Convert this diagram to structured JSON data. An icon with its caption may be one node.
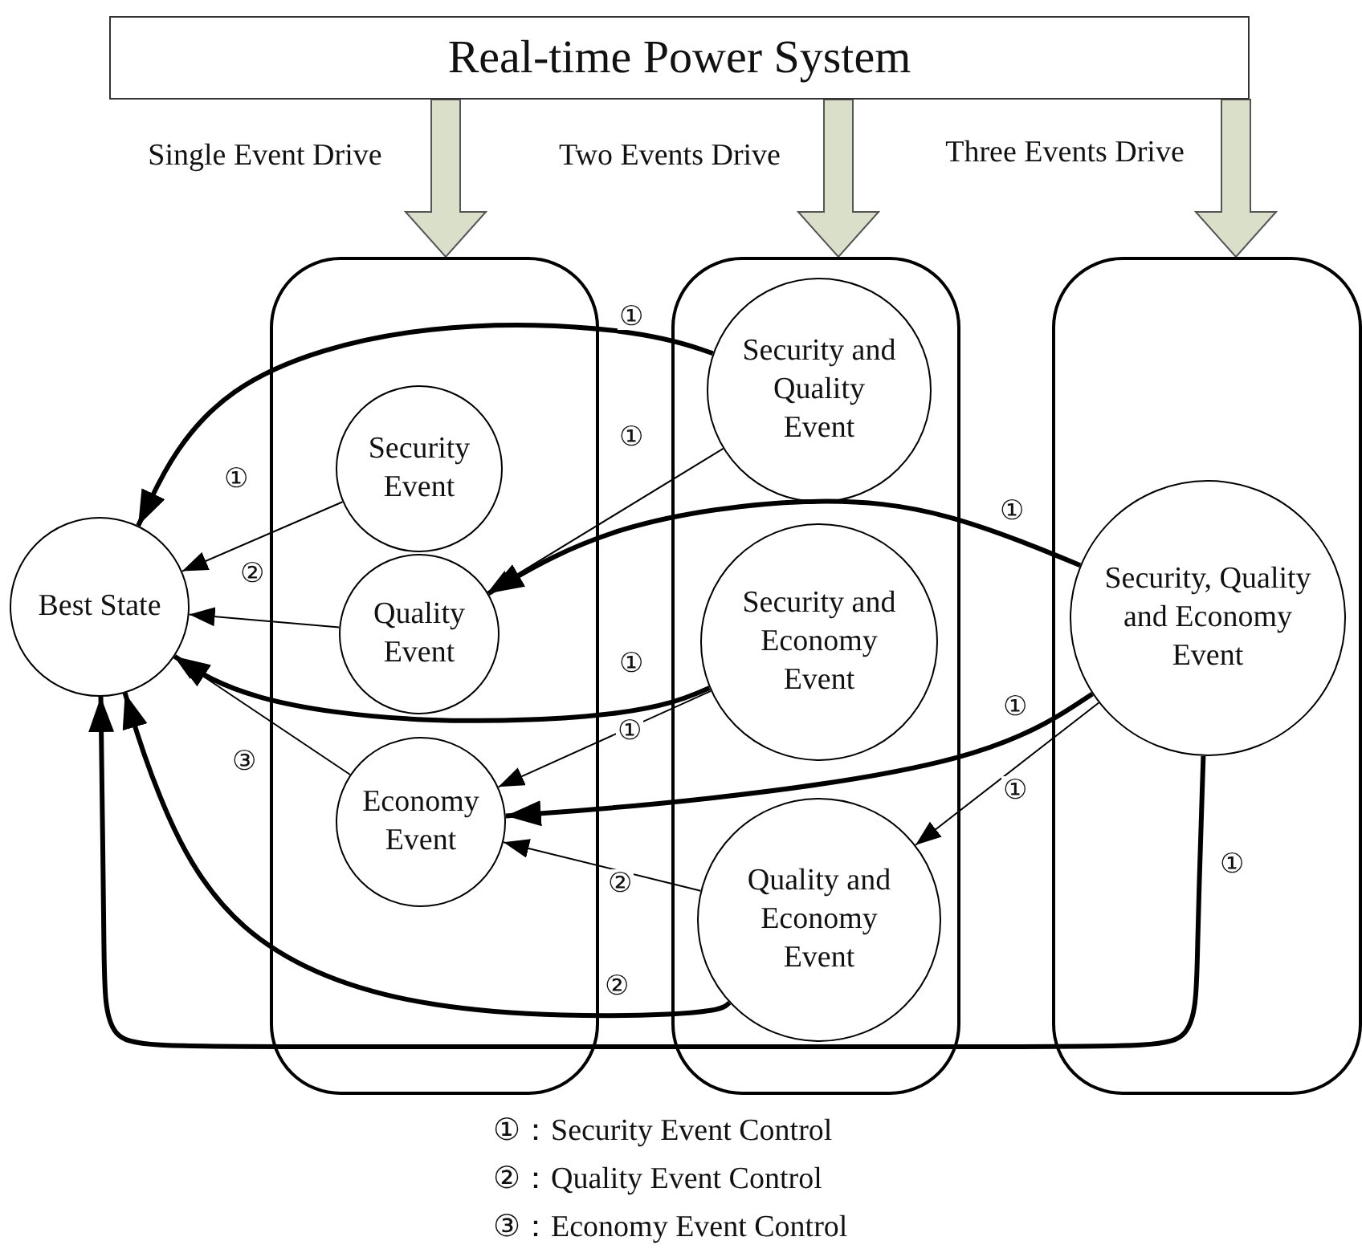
{
  "diagram": {
    "nodes": [
      {
        "text": [
          "Real-time Power System"
        ]
      },
      {
        "text": [],
        "shape": "box"
      },
      {
        "text": [],
        "shape": "box"
      },
      {
        "text": [],
        "shape": "box"
      },
      {
        "text": [
          "Best State"
        ]
      },
      {
        "text": [
          "Security Event"
        ],
        "in": 1
      },
      {
        "text": [
          "Quality Event"
        ],
        "in": 1
      },
      {
        "text": [
          "Economy Event"
        ],
        "in": 1
      },
      {
        "text": [
          "Security and Quality Event"
        ],
        "in": 2
      },
      {
        "text": [
          "Security and Economy Event"
        ],
        "in": 2
      },
      {
        "text": [
          "Quality and Economy Event"
        ],
        "in": 2
      },
      {
        "text": [
          "Security, Quality and Economy Event"
        ],
        "in": 3
      }
    ],
    "edges": [
      {
        "from": 0,
        "to": 1,
        "arrow": "to",
        "style": "thick",
        "label": "Single Event Drive"
      },
      {
        "from": 0,
        "to": 2,
        "arrow": "to",
        "style": "thick",
        "label": "Two Events Drive"
      },
      {
        "from": 0,
        "to": 3,
        "arrow": "to",
        "style": "thick",
        "label": "Three Events Drive"
      },
      {
        "from": 8,
        "to": 4,
        "arrow": "to",
        "style": "thick",
        "label": "①"
      },
      {
        "from": 8,
        "to": 6,
        "arrow": "to",
        "label": "①"
      },
      {
        "from": 5,
        "to": 4,
        "arrow": "to",
        "label": "①"
      },
      {
        "from": 6,
        "to": 4,
        "arrow": "to",
        "label": "②"
      },
      {
        "from": 7,
        "to": 4,
        "arrow": "to",
        "label": "③"
      },
      {
        "from": 11,
        "to": 6,
        "arrow": "to",
        "style": "thick",
        "label": "①"
      },
      {
        "from": 9,
        "to": 4,
        "arrow": "to",
        "style": "thick",
        "label": "①"
      },
      {
        "from": 9,
        "to": 7,
        "arrow": "to",
        "label": "①"
      },
      {
        "from": 11,
        "to": 7,
        "arrow": "to",
        "style": "thick",
        "label": "①"
      },
      {
        "from": 11,
        "to": 10,
        "arrow": "to",
        "label": "①"
      },
      {
        "from": 10,
        "to": 7,
        "arrow": "to",
        "label": "②"
      },
      {
        "from": 10,
        "to": 4,
        "arrow": "to",
        "style": "thick",
        "label": "②"
      },
      {
        "from": 11,
        "to": 4,
        "arrow": "to",
        "style": "thick",
        "label": "①"
      }
    ],
    "legend": [
      {
        "text": "①：Security Event Control"
      },
      {
        "text": "②：Quality Event Control"
      },
      {
        "text": "③：Economy Event Control"
      }
    ]
  }
}
